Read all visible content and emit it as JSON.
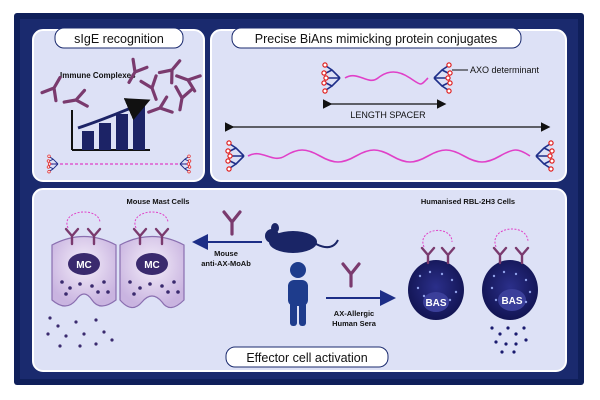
{
  "panels": {
    "sige": {
      "title": "sIgE recognition",
      "immune_complexes": "Immune Complexes"
    },
    "bians": {
      "title": "Precise BiAns mimicking protein conjugates",
      "determinant": "AXO determinant",
      "spacer": "LENGTH SPACER"
    },
    "effector": {
      "title": "Effector cell activation",
      "mouse_mast_cells": "Mouse Mast Cells",
      "humanised_cells": "Humanised RBL-2H3 Cells",
      "mc": "MC",
      "bas": "BAS",
      "mouse_line1": "Mouse",
      "mouse_line2": "anti-AX-MoAb",
      "human_line1": "AX-Allergic",
      "human_line2": "Human Sera"
    }
  },
  "colors": {
    "frame": "#0f1f5a",
    "panel_bg": "#dde1f6",
    "panel_border": "#ffffff",
    "antibody": "#7a3a6e",
    "linker": "#e040c8",
    "molecule": "#1f2f8a",
    "determinant": "#e02020",
    "arrow": "#1c2d86",
    "cell_mast": "#d9c9ea",
    "cell_bas": "#1a1a6e",
    "person": "#1e3c8c",
    "mouse": "#1a2566"
  },
  "icons": [
    "antibody-icon",
    "bar-chart-icon",
    "trend-arrow-icon",
    "mouse-icon",
    "person-icon",
    "double-arrow-icon",
    "granule-release-icon"
  ]
}
